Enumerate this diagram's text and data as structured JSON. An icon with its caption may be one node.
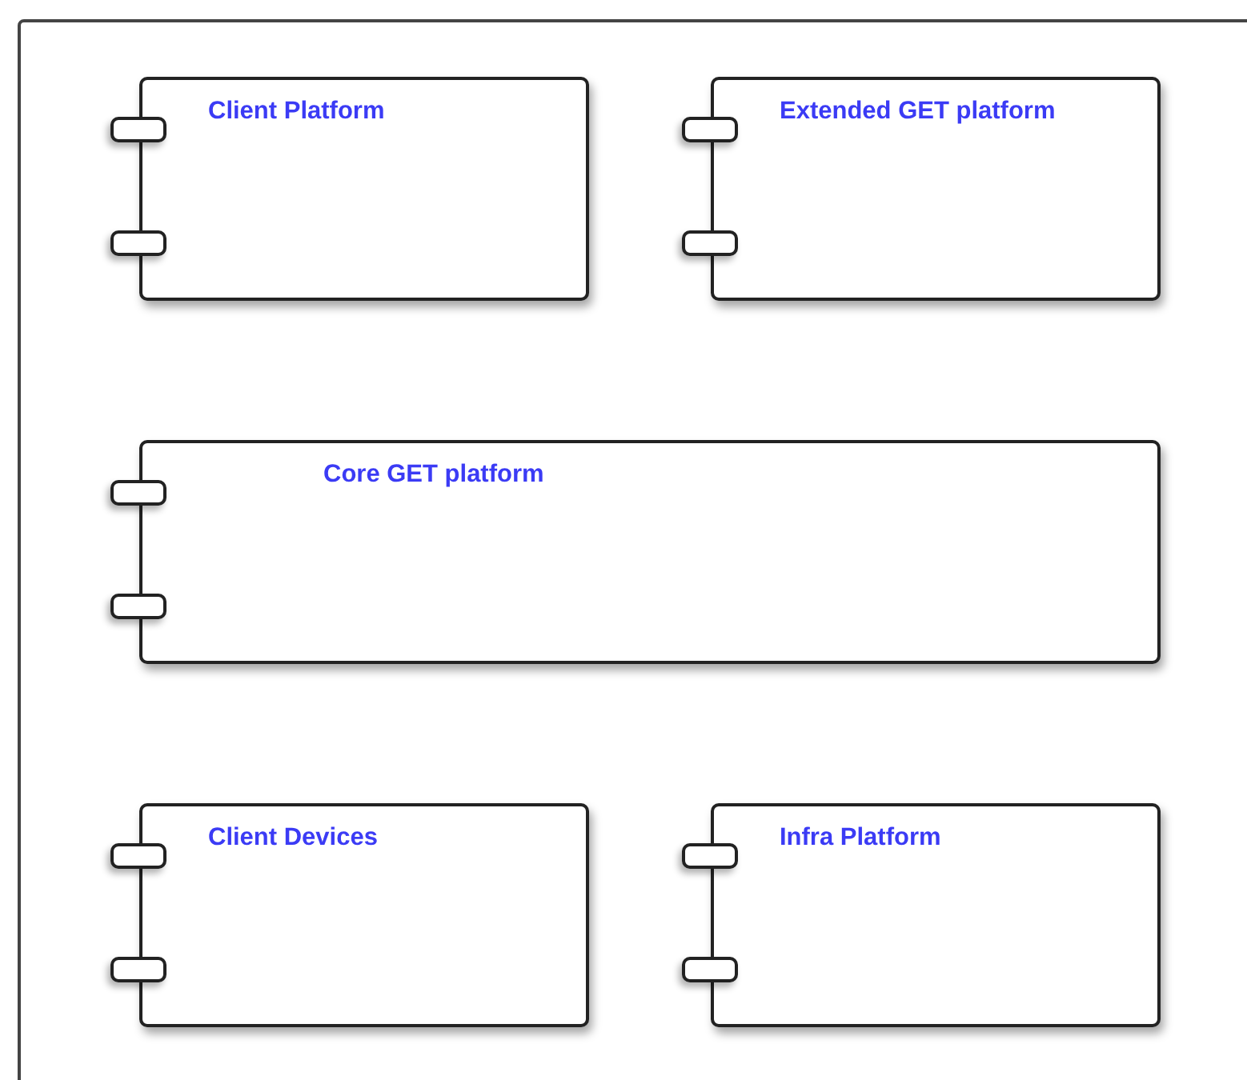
{
  "diagram": {
    "nodes": [
      {
        "text": [
          "Client Platform"
        ]
      },
      {
        "text": [
          "Extended GET platform"
        ]
      },
      {
        "text": [
          "Core GET platform"
        ]
      },
      {
        "text": [
          "Client Devices"
        ]
      },
      {
        "text": [
          "Infra Platform"
        ]
      }
    ]
  }
}
